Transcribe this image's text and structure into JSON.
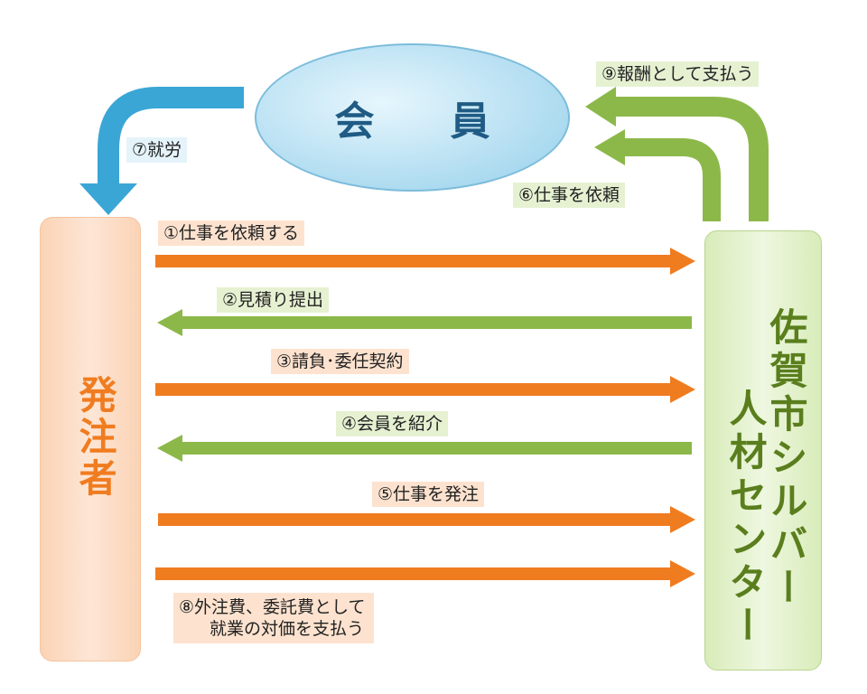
{
  "nodes": {
    "member": "会　員",
    "orderer": "発注者",
    "center_line1": "佐賀市シルバー",
    "center_line2": "人材センター"
  },
  "steps": {
    "s1": "①仕事を依頼する",
    "s2": "②見積り提出",
    "s3": "③請負･委任契約",
    "s4": "④会員を紹介",
    "s5": "⑤仕事を発注",
    "s6": "⑥仕事を依頼",
    "s7": "⑦就労",
    "s8_line1": "⑧外注費、委託費として",
    "s8_line2": "就業の対価を支払う",
    "s9": "⑨報酬として支払う"
  },
  "colors": {
    "orange": "#f07c20",
    "green": "#8cb84a",
    "blue": "#3aa6d6"
  }
}
